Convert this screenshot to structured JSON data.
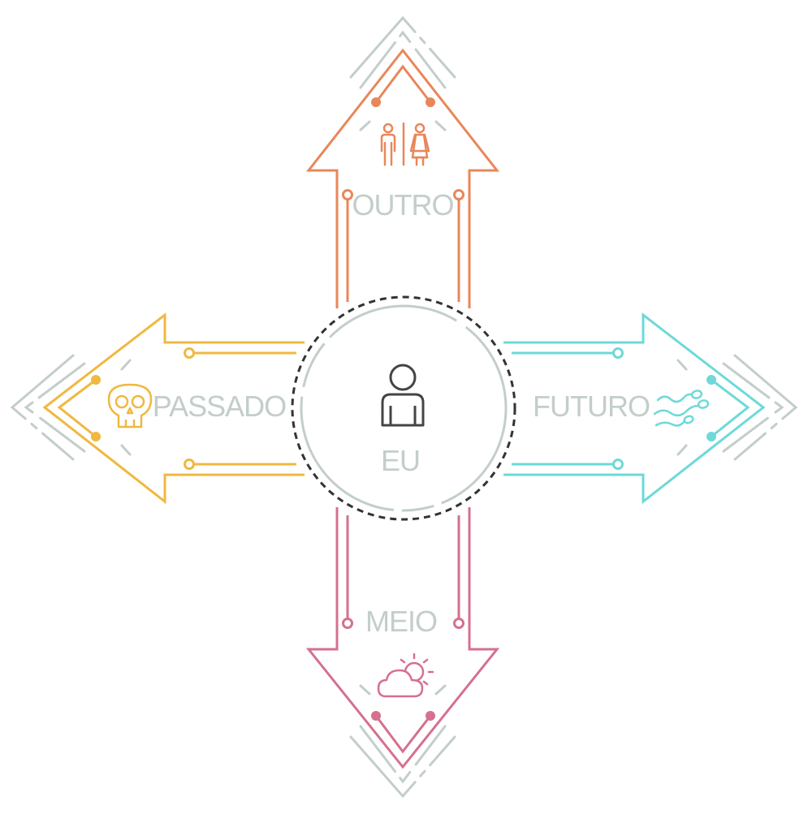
{
  "diagram": {
    "center": {
      "label": "EU",
      "icon": "person-icon"
    },
    "arrows": {
      "top": {
        "label": "OUTRO",
        "icon": "restroom-people-icon",
        "color": "#E8875A"
      },
      "left": {
        "label": "PASSADO",
        "icon": "skull-icon",
        "color": "#F0B840"
      },
      "right": {
        "label": "FUTURO",
        "icon": "sperm-icon",
        "color": "#6ED9D9"
      },
      "bottom": {
        "label": "MEIO",
        "icon": "sun-cloud-icon",
        "color": "#D5708E"
      }
    },
    "colors": {
      "label_gray": "#C3CECA",
      "deco_gray": "#C3CECA",
      "center_ring": "#C3CECA",
      "dashed_ring": "#333333",
      "person_icon": "#444444"
    }
  }
}
